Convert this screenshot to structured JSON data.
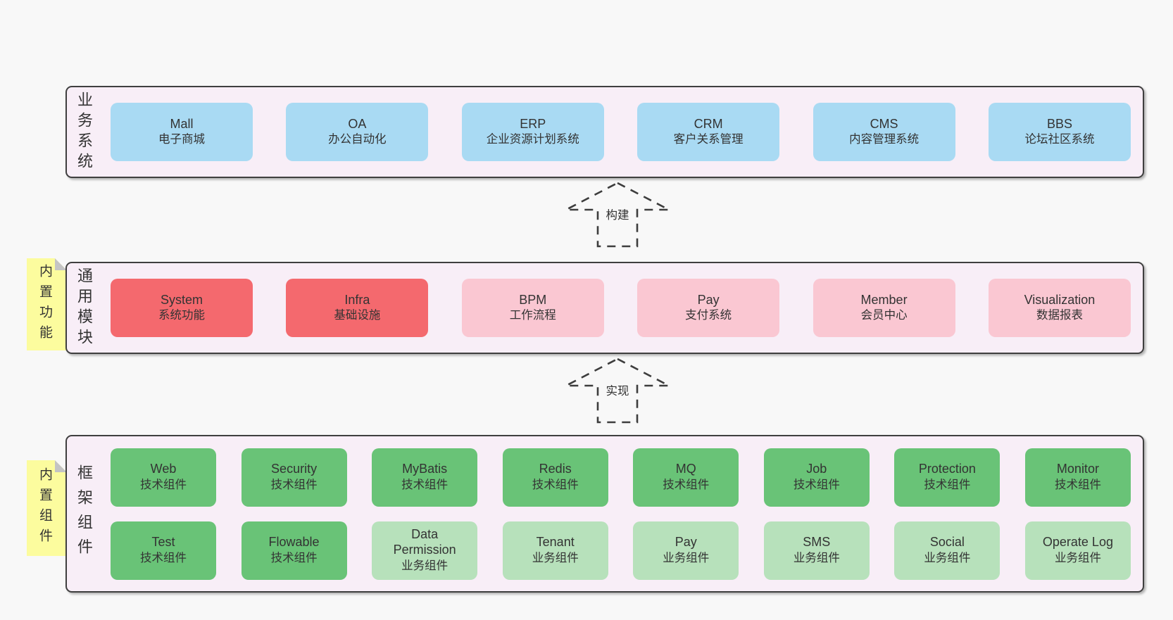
{
  "colors": {
    "page_bg": "#f8f8f8",
    "section_bg": "#f8eef7",
    "section_border": "#3f3f3f",
    "blue": "#a9daf3",
    "red": "#f4696e",
    "pink": "#fac7d2",
    "green": "#69c377",
    "light_green": "#b7e1bb",
    "yellow_note": "#fcfc9e",
    "text": "#333333"
  },
  "sections": [
    {
      "label": "业务系统",
      "note": null,
      "rows": [
        [
          {
            "en": "Mall",
            "zh": "电子商城",
            "type": "blue"
          },
          {
            "en": "OA",
            "zh": "办公自动化",
            "type": "blue"
          },
          {
            "en": "ERP",
            "zh": "企业资源计划系统",
            "type": "blue"
          },
          {
            "en": "CRM",
            "zh": "客户关系管理",
            "type": "blue"
          },
          {
            "en": "CMS",
            "zh": "内容管理系统",
            "type": "blue"
          },
          {
            "en": "BBS",
            "zh": "论坛社区系统",
            "type": "blue"
          }
        ]
      ]
    },
    {
      "label": "通用模块",
      "note": "内置功能",
      "rows": [
        [
          {
            "en": "System",
            "zh": "系统功能",
            "type": "red"
          },
          {
            "en": "Infra",
            "zh": "基础设施",
            "type": "red"
          },
          {
            "en": "BPM",
            "zh": "工作流程",
            "type": "pink"
          },
          {
            "en": "Pay",
            "zh": "支付系统",
            "type": "pink"
          },
          {
            "en": "Member",
            "zh": "会员中心",
            "type": "pink"
          },
          {
            "en": "Visualization",
            "zh": "数据报表",
            "type": "pink"
          }
        ]
      ]
    },
    {
      "label": "框架组件",
      "note": "内置组件",
      "rows": [
        [
          {
            "en": "Web",
            "zh": "技术组件",
            "type": "green"
          },
          {
            "en": "Security",
            "zh": "技术组件",
            "type": "green"
          },
          {
            "en": "MyBatis",
            "zh": "技术组件",
            "type": "green"
          },
          {
            "en": "Redis",
            "zh": "技术组件",
            "type": "green"
          },
          {
            "en": "MQ",
            "zh": "技术组件",
            "type": "green"
          },
          {
            "en": "Job",
            "zh": "技术组件",
            "type": "green"
          },
          {
            "en": "Protection",
            "zh": "技术组件",
            "type": "green"
          },
          {
            "en": "Monitor",
            "zh": "技术组件",
            "type": "green"
          }
        ],
        [
          {
            "en": "Test",
            "zh": "技术组件",
            "type": "green"
          },
          {
            "en": "Flowable",
            "zh": "技术组件",
            "type": "green"
          },
          {
            "en": "Data Permission",
            "zh": "业务组件",
            "type": "light_green"
          },
          {
            "en": "Tenant",
            "zh": "业务组件",
            "type": "light_green"
          },
          {
            "en": "Pay",
            "zh": "业务组件",
            "type": "light_green"
          },
          {
            "en": "SMS",
            "zh": "业务组件",
            "type": "light_green"
          },
          {
            "en": "Social",
            "zh": "业务组件",
            "type": "light_green"
          },
          {
            "en": "Operate Log",
            "zh": "业务组件",
            "type": "light_green"
          }
        ]
      ]
    }
  ],
  "arrows": [
    {
      "label": "构建"
    },
    {
      "label": "实现"
    }
  ]
}
